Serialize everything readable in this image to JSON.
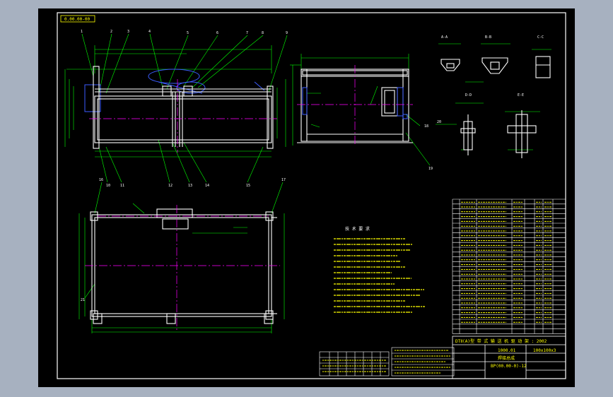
{
  "drawing": {
    "corner_label": "0.00.00-00",
    "notes_title": "技 术 要 求",
    "title_text": "DTⅡ(A)型  带 式 输 送 机 驱 动 架 : 2002",
    "scale_text": "1000.01",
    "weight_text": "100ⅹ100ⅹ3",
    "material_text": "焊接总成",
    "drawing_no": "BP(00.00-0)-12",
    "section_labels": [
      "A-A",
      "B-B",
      "C-C",
      "D-D",
      "E-E"
    ],
    "callouts": [
      "1",
      "2",
      "3",
      "4",
      "5",
      "6",
      "7",
      "8",
      "9",
      "10",
      "11",
      "12",
      "13",
      "14",
      "15",
      "16",
      "17",
      "18",
      "19",
      "20",
      "21"
    ]
  },
  "colors": {
    "background": "#000000",
    "frame": "#ffffff",
    "geometry": "#ffffff",
    "dimensions": "#00ff00",
    "centerline": "#ff00ff",
    "hidden": "#3b5cff",
    "text": "#ffff00",
    "window": "#a7b1c0"
  }
}
